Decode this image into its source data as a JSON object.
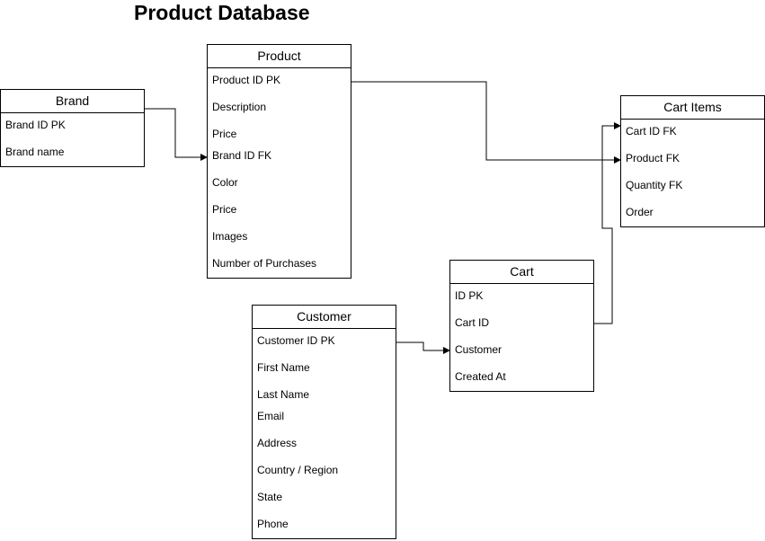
{
  "title": "Product Database",
  "entities": {
    "brand": {
      "name": "Brand",
      "fields": [
        "Brand ID PK",
        "Brand name"
      ]
    },
    "product": {
      "name": "Product",
      "fields": [
        "Product ID PK",
        "Description",
        "Price",
        "Brand ID FK",
        "Color",
        "Price",
        "Images",
        "Number of Purchases"
      ]
    },
    "cart_items": {
      "name": "Cart Items",
      "fields": [
        "Cart ID FK",
        "Product FK",
        "Quantity FK",
        "Order"
      ]
    },
    "cart": {
      "name": "Cart",
      "fields": [
        "ID PK",
        "Cart ID",
        "Customer",
        "Created At"
      ]
    },
    "customer": {
      "name": "Customer",
      "fields": [
        "Customer ID PK",
        "First Name",
        "Last Name",
        "Email",
        "Address",
        "Country / Region",
        "State",
        "Phone"
      ]
    }
  }
}
